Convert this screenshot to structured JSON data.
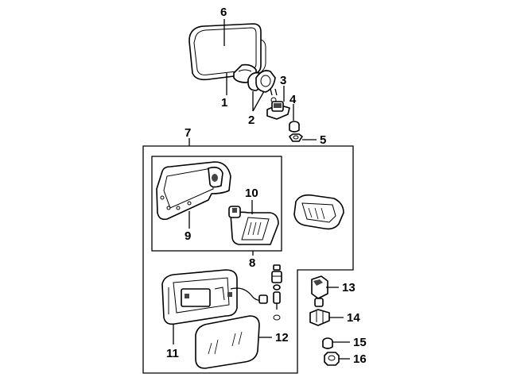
{
  "callouts": [
    {
      "id": "1",
      "part": "mirror-assembly"
    },
    {
      "id": "2",
      "part": "gaskets"
    },
    {
      "id": "3",
      "part": "mounting-bracket"
    },
    {
      "id": "4",
      "part": "grommet"
    },
    {
      "id": "5",
      "part": "nut"
    },
    {
      "id": "6",
      "part": "mirror-head"
    },
    {
      "id": "7",
      "part": "spotlight-mirror-group"
    },
    {
      "id": "8",
      "part": "lamp-assembly-group"
    },
    {
      "id": "9",
      "part": "lamp-housing"
    },
    {
      "id": "10",
      "part": "bulb-socket-lens"
    },
    {
      "id": "11",
      "part": "spotlight-mirror-housing"
    },
    {
      "id": "12",
      "part": "mirror-glass"
    },
    {
      "id": "13",
      "part": "switch"
    },
    {
      "id": "14",
      "part": "bracket-clip"
    },
    {
      "id": "15",
      "part": "washer"
    },
    {
      "id": "16",
      "part": "cap-nut"
    }
  ]
}
